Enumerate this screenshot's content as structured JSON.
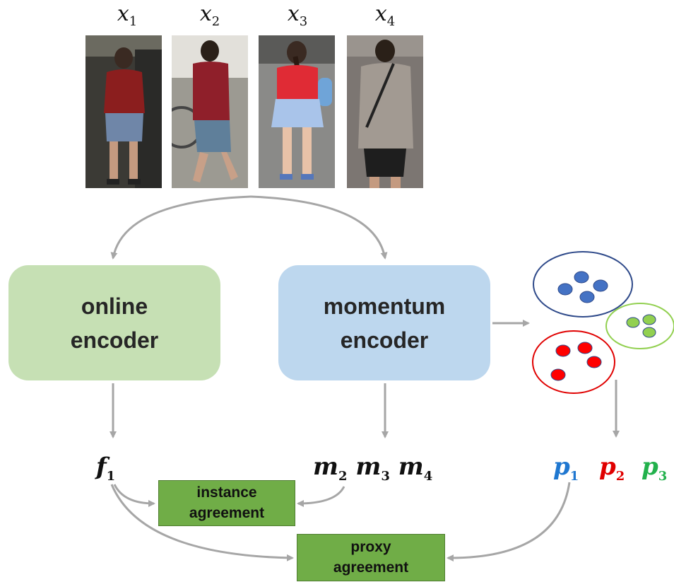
{
  "inputs": [
    {
      "var": "x",
      "sub": "1"
    },
    {
      "var": "x",
      "sub": "2"
    },
    {
      "var": "x",
      "sub": "3"
    },
    {
      "var": "x",
      "sub": "4"
    }
  ],
  "encoders": {
    "online": {
      "line1": "online",
      "line2": "encoder",
      "color": "#c6e0b4"
    },
    "momentum": {
      "line1": "momentum",
      "line2": "encoder",
      "color": "#bdd7ee"
    }
  },
  "features": {
    "f": {
      "var": "f",
      "sub": "1"
    },
    "m": [
      {
        "var": "m",
        "sub": "2"
      },
      {
        "var": "m",
        "sub": "3"
      },
      {
        "var": "m",
        "sub": "4"
      }
    ]
  },
  "proxies": [
    {
      "var": "p",
      "sub": "1",
      "color": "#1f77d0"
    },
    {
      "var": "p",
      "sub": "2",
      "color": "#e00000"
    },
    {
      "var": "p",
      "sub": "3",
      "color": "#22b14c"
    }
  ],
  "clusters": {
    "blue_fill": "#4472c4",
    "green_fill": "#92d050",
    "red_fill": "#ff0000",
    "blue_ring": "#2f4a8a",
    "green_ring": "#92d050",
    "red_ring": "#e00000"
  },
  "agreements": {
    "instance": {
      "line1": "instance",
      "line2": "agreement"
    },
    "proxy": {
      "line1": "proxy",
      "line2": "agreement"
    },
    "box_color": "#70ad47"
  },
  "arrow_color": "#a6a6a6"
}
